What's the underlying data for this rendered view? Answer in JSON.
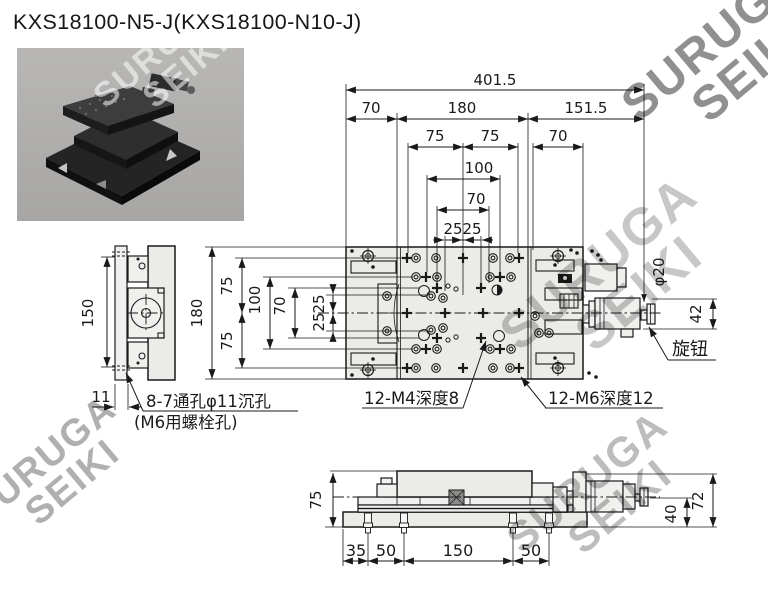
{
  "title": "KXS18100-N5-J(KXS18100-N10-J)",
  "watermark": {
    "line1": "SURUGA",
    "line2": "SEIKI"
  },
  "colors": {
    "line": "#1a1a1a",
    "body_fill": "#ebebe8",
    "photo_bg": "#b0afad"
  },
  "top_view": {
    "h_dims": {
      "total": "401.5",
      "seg70": "70",
      "seg180": "180",
      "seg151": "151.5",
      "p75l": "75",
      "p75r": "75",
      "p70r": "70",
      "p100": "100",
      "p70": "70",
      "p25l": "25",
      "p25r": "25"
    },
    "v_dims": {
      "total": "180",
      "p75t": "75",
      "p75b": "75",
      "p100": "100",
      "p70": "70",
      "p25t": "25",
      "p25b": "25"
    },
    "knob_dia": "φ20",
    "knob_len": "42",
    "knob_label": "旋钮",
    "note_m4": "12-M4深度8",
    "note_m6": "12-M6深度12"
  },
  "side_view": {
    "span150": "150",
    "thk11": "11",
    "hole_note": "8-7通孔φ11沉孔",
    "hole_note_sub": "(M6用螺栓孔)"
  },
  "front_view": {
    "h75": "75",
    "h72": "72",
    "h40": "40",
    "b35": "35",
    "b50a": "50",
    "b150": "150",
    "b50b": "50"
  }
}
